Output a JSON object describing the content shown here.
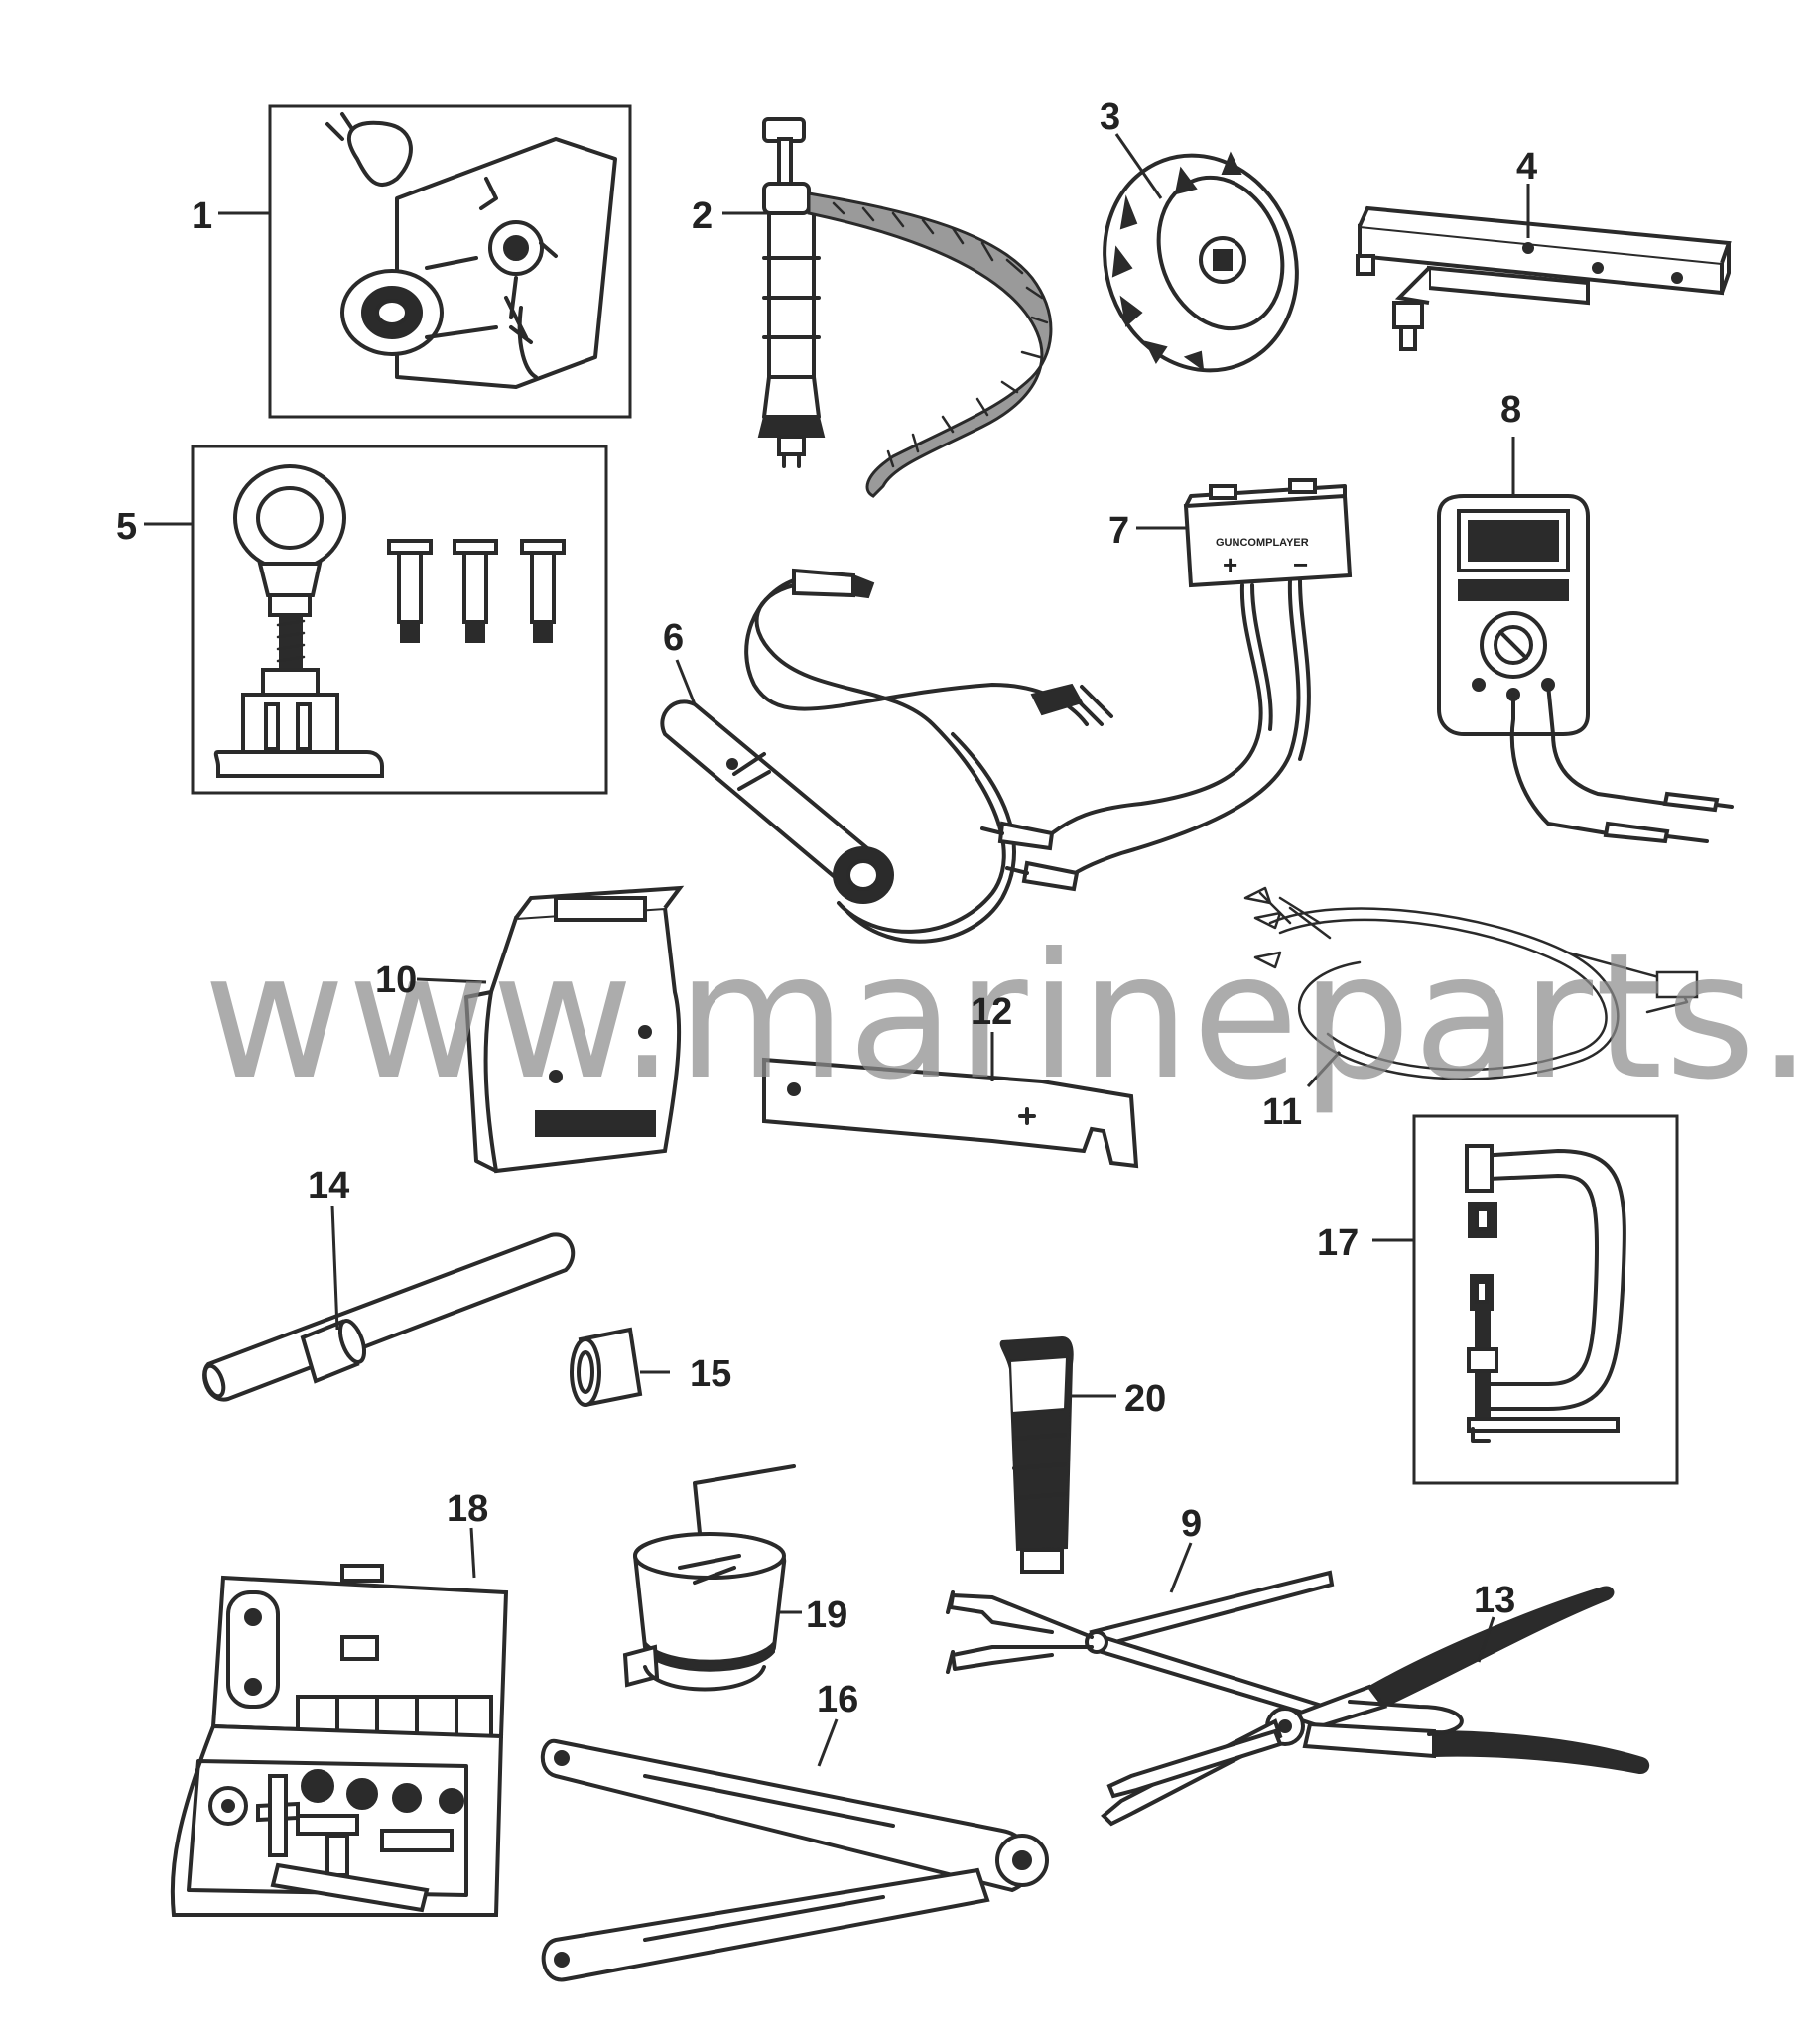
{
  "diagram": {
    "callouts": [
      "1",
      "2",
      "3",
      "4",
      "5",
      "6",
      "7",
      "8",
      "9",
      "10",
      "11",
      "12",
      "13",
      "14",
      "15",
      "16",
      "17",
      "18",
      "19",
      "20"
    ],
    "device_label": "GUNCOMPLAYER",
    "polarity": {
      "plus": "+",
      "minus": "−"
    },
    "watermark": "www.marineparts.eu"
  }
}
